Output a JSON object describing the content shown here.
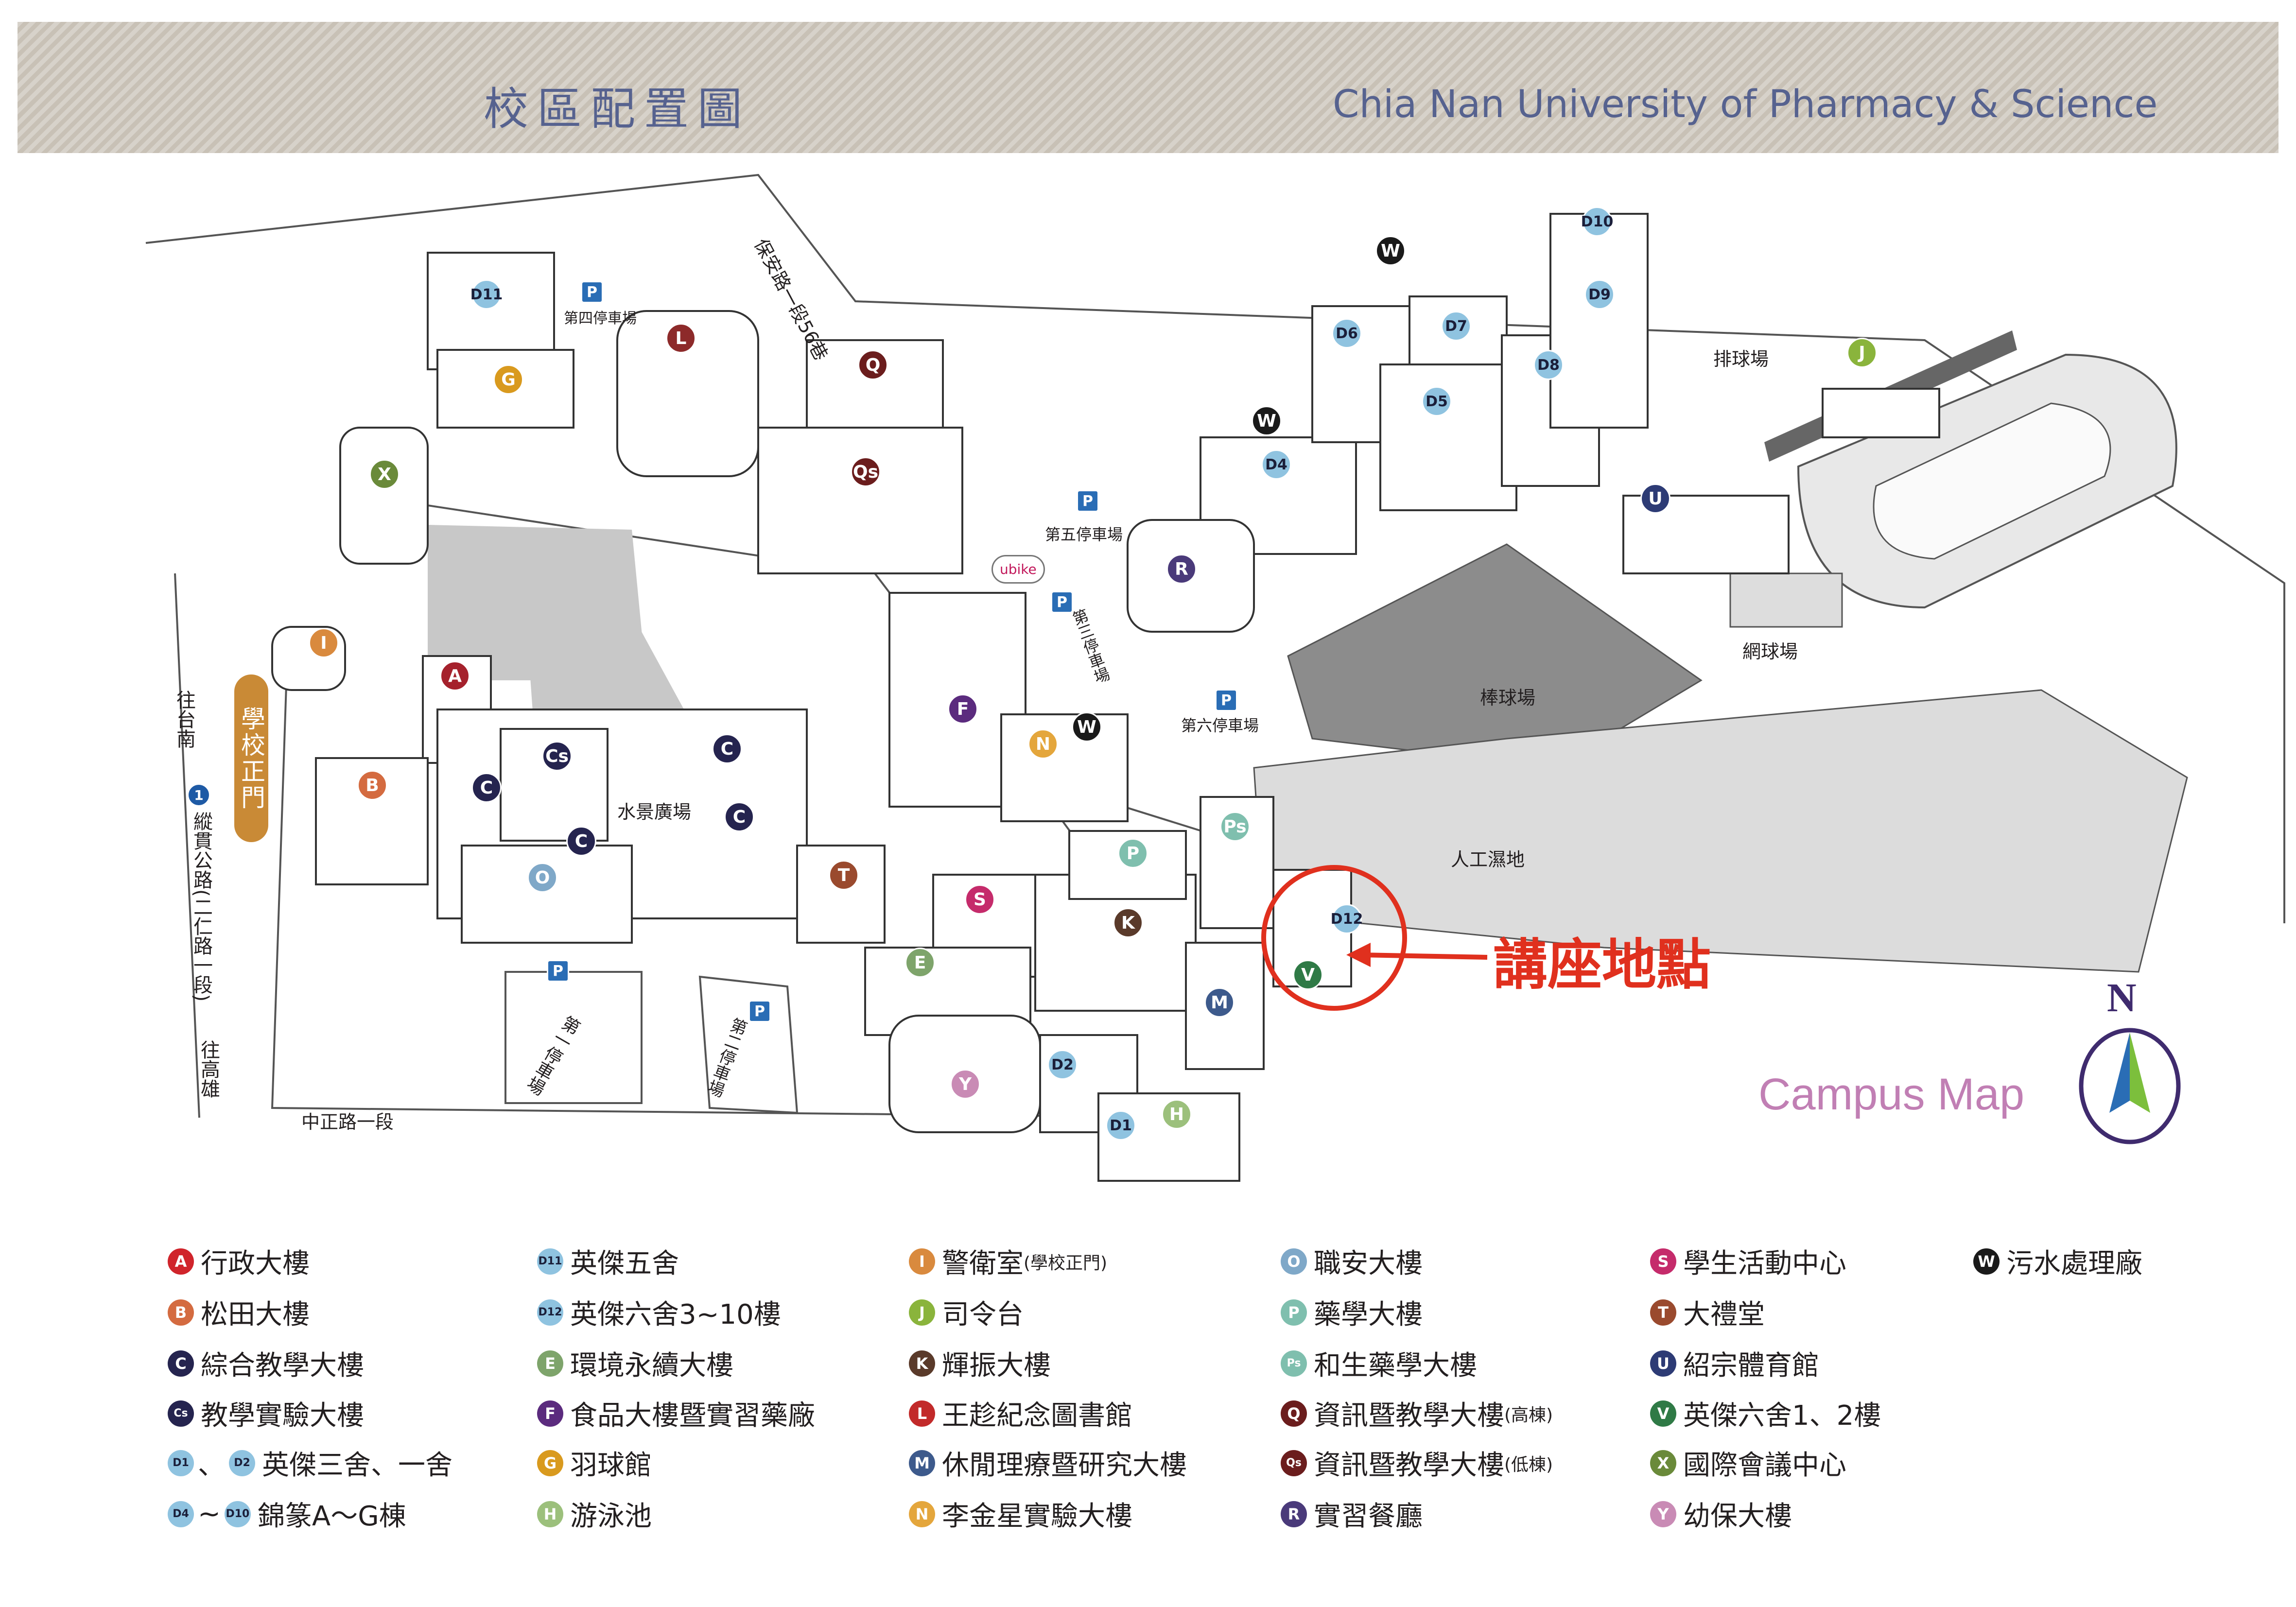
{
  "header": {
    "title_zh": "校區配置圖",
    "title_en": "Chia Nan University of Pharmacy & Science"
  },
  "map_labels": {
    "gate": "學校正門",
    "lecture_venue": "講座地點",
    "campus_map": "Campus Map",
    "north": "N",
    "road_to_tainan": "往台南",
    "road_main": "縱貫公路(二仁路一段)",
    "road_to_kaohsiung": "往高雄",
    "road_zhongzheng": "中正路一段",
    "road_baoan": "保安路一段56巷",
    "water_plaza": "水景廣場",
    "wetland": "人工濕地",
    "baseball": "棒球場",
    "volleyball": "排球場",
    "tennis": "網球場",
    "parking_1": "第一停車場",
    "parking_2": "第二停車場",
    "parking_3": "第三停車場",
    "parking_4": "第四停車場",
    "parking_5": "第五停車場",
    "parking_6": "第六停車場",
    "parking_symbol": "P",
    "route_symbol": "1",
    "ubike": "ubike"
  },
  "markers": [
    {
      "code": "A",
      "color": "#a5212c"
    },
    {
      "code": "B",
      "color": "#d46b40"
    },
    {
      "code": "C",
      "color": "#25244f"
    },
    {
      "code": "Cs",
      "color": "#25244f"
    },
    {
      "code": "D1",
      "color": "#8fc3e0"
    },
    {
      "code": "D2",
      "color": "#8fc3e0"
    },
    {
      "code": "D4",
      "color": "#8fc3e0"
    },
    {
      "code": "D5",
      "color": "#8fc3e0"
    },
    {
      "code": "D6",
      "color": "#8fc3e0"
    },
    {
      "code": "D7",
      "color": "#8fc3e0"
    },
    {
      "code": "D8",
      "color": "#8fc3e0"
    },
    {
      "code": "D9",
      "color": "#8fc3e0"
    },
    {
      "code": "D10",
      "color": "#8fc3e0"
    },
    {
      "code": "D11",
      "color": "#8fc3e0"
    },
    {
      "code": "D12",
      "color": "#8fc3e0"
    },
    {
      "code": "E",
      "color": "#7ea46b"
    },
    {
      "code": "F",
      "color": "#5b2b7e"
    },
    {
      "code": "G",
      "color": "#d99a1e"
    },
    {
      "code": "H",
      "color": "#9cc07c"
    },
    {
      "code": "I",
      "color": "#d98a3e"
    },
    {
      "code": "J",
      "color": "#8ab43c"
    },
    {
      "code": "K",
      "color": "#5a3a2a"
    },
    {
      "code": "L",
      "color": "#8d2a2a"
    },
    {
      "code": "M",
      "color": "#3d5a8c"
    },
    {
      "code": "N",
      "color": "#e4a63c"
    },
    {
      "code": "O",
      "color": "#7fa8c8"
    },
    {
      "code": "P",
      "color": "#7fbfae"
    },
    {
      "code": "Ps",
      "color": "#7fbfae"
    },
    {
      "code": "Q",
      "color": "#6b1d1d"
    },
    {
      "code": "Qs",
      "color": "#6b1d1d"
    },
    {
      "code": "R",
      "color": "#4a3a7a"
    },
    {
      "code": "S",
      "color": "#c52b6b"
    },
    {
      "code": "T",
      "color": "#9a4a2e"
    },
    {
      "code": "U",
      "color": "#2d3b75"
    },
    {
      "code": "V",
      "color": "#2f7a46"
    },
    {
      "code": "W",
      "color": "#1a1a1a"
    },
    {
      "code": "X",
      "color": "#6a8a3a"
    },
    {
      "code": "Y",
      "color": "#c98bb5"
    }
  ],
  "legend": [
    {
      "code": "A",
      "label": "行政大樓",
      "color": "#d0242b"
    },
    {
      "code": "B",
      "label": "松田大樓",
      "color": "#d46b40"
    },
    {
      "code": "C",
      "label": "綜合教學大樓",
      "color": "#25244f"
    },
    {
      "code": "Cs",
      "label": "教學實驗大樓",
      "color": "#25244f"
    },
    {
      "code": "D1",
      "code2": "D2",
      "joiner": "、",
      "label": "英傑三舍、一舍",
      "color": "#8fc3e0"
    },
    {
      "code": "D4",
      "code2": "D10",
      "joiner": "~",
      "label": "錦篆A～G棟",
      "color": "#8fc3e0"
    },
    {
      "code": "D11",
      "label": "英傑五舍",
      "color": "#8fc3e0"
    },
    {
      "code": "D12",
      "label": "英傑六舍3~10樓",
      "color": "#8fc3e0"
    },
    {
      "code": "E",
      "label": "環境永續大樓",
      "color": "#7ea46b"
    },
    {
      "code": "F",
      "label": "食品大樓暨實習藥廠",
      "color": "#5b2b7e"
    },
    {
      "code": "G",
      "label": "羽球館",
      "color": "#d99a1e"
    },
    {
      "code": "H",
      "label": "游泳池",
      "color": "#9cc07c"
    },
    {
      "code": "I",
      "label": "警衛室",
      "note": "(學校正門)",
      "color": "#d98a3e"
    },
    {
      "code": "J",
      "label": "司令台",
      "color": "#8ab43c"
    },
    {
      "code": "K",
      "label": "輝振大樓",
      "color": "#5a3a2a"
    },
    {
      "code": "L",
      "label": "王趁紀念圖書館",
      "color": "#c22a2a"
    },
    {
      "code": "M",
      "label": "休閒理療暨研究大樓",
      "color": "#3d5a8c"
    },
    {
      "code": "N",
      "label": "李金星實驗大樓",
      "color": "#e4a63c"
    },
    {
      "code": "O",
      "label": "職安大樓",
      "color": "#7fa8c8"
    },
    {
      "code": "P",
      "label": "藥學大樓",
      "color": "#7fbfae"
    },
    {
      "code": "Ps",
      "label": "和生藥學大樓",
      "color": "#7fbfae"
    },
    {
      "code": "Q",
      "label": "資訊暨教學大樓",
      "note": "(高棟)",
      "color": "#6b1d1d"
    },
    {
      "code": "Qs",
      "label": "資訊暨教學大樓",
      "note": "(低棟)",
      "color": "#6b1d1d"
    },
    {
      "code": "R",
      "label": "實習餐廳",
      "color": "#4a3a7a"
    },
    {
      "code": "S",
      "label": "學生活動中心",
      "color": "#c52b6b"
    },
    {
      "code": "T",
      "label": "大禮堂",
      "color": "#9a4a2e"
    },
    {
      "code": "U",
      "label": "紹宗體育館",
      "color": "#2d3b75"
    },
    {
      "code": "V",
      "label": "英傑六舍1、2樓",
      "color": "#2f7a46"
    },
    {
      "code": "X",
      "label": "國際會議中心",
      "color": "#6a8a3a"
    },
    {
      "code": "Y",
      "label": "幼保大樓",
      "color": "#c98bb5"
    },
    {
      "code": "W",
      "label": "污水處理廠",
      "color": "#1a1a1a"
    }
  ]
}
